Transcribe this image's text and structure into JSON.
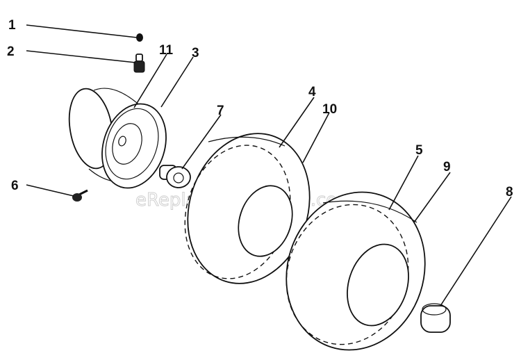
{
  "watermark": "eReplacementParts.com",
  "callouts": {
    "c1": "1",
    "c2": "2",
    "c3": "3",
    "c4": "4",
    "c5": "5",
    "c6": "6",
    "c7": "7",
    "c8": "8",
    "c9": "9",
    "c10": "10",
    "c11": "11"
  }
}
